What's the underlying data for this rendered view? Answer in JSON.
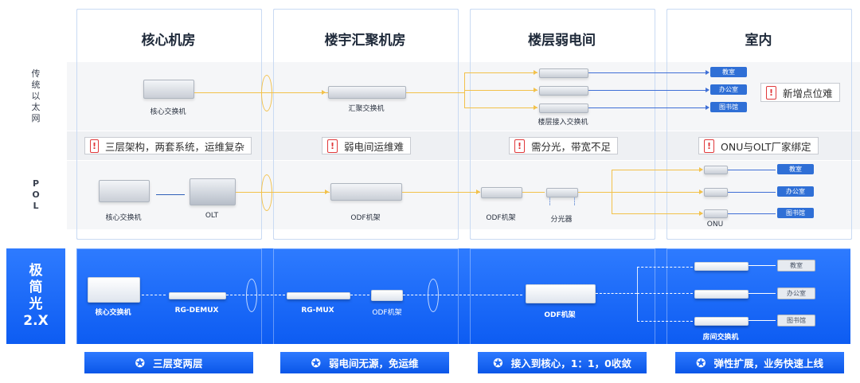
{
  "columns": [
    {
      "title": "核心机房"
    },
    {
      "title": "楼宇汇聚机房"
    },
    {
      "title": "楼层弱电间"
    },
    {
      "title": "室内"
    }
  ],
  "rows": {
    "ethernet": "传\n统\n以\n太\n网",
    "pol": "P\nO\nL",
    "jijianguang": "极\n简\n光\n2.X"
  },
  "ethernet_row": {
    "core_switch": "核心交换机",
    "agg_switch": "汇聚交换机",
    "floor_switch": "楼层接入交换机",
    "rooms": [
      "教室",
      "办公室",
      "图书馆"
    ],
    "warning": "新增点位难"
  },
  "pain_points": [
    "三层架构，两套系统，运维复杂",
    "弱电间运维难",
    "需分光，带宽不足",
    "ONU与OLT厂家绑定"
  ],
  "pol_row": {
    "core_switch": "核心交换机",
    "olt": "OLT",
    "odf_rack": "ODF机架",
    "odf_rack2": "ODF机架",
    "splitter": "分光器",
    "onu": "ONU",
    "rooms": [
      "教室",
      "办公室",
      "图书馆"
    ]
  },
  "jjg_row": {
    "core_switch": "核心交换机",
    "demux": "RG-DEMUX",
    "mux": "RG-MUX",
    "odf1": "ODF机架",
    "odf2": "ODF机架",
    "room_switch": "房间交换机",
    "rooms": [
      "教室",
      "办公室",
      "图书馆"
    ]
  },
  "benefits": [
    "三层变两层",
    "弱电间无源，免运维",
    "接入到核心，1：1，0收敛",
    "弹性扩展，业务快速上线"
  ],
  "colors": {
    "accent_blue": "#0d5cf2",
    "fiber_yellow": "#f2c14a",
    "warn_red": "#e0393b"
  }
}
